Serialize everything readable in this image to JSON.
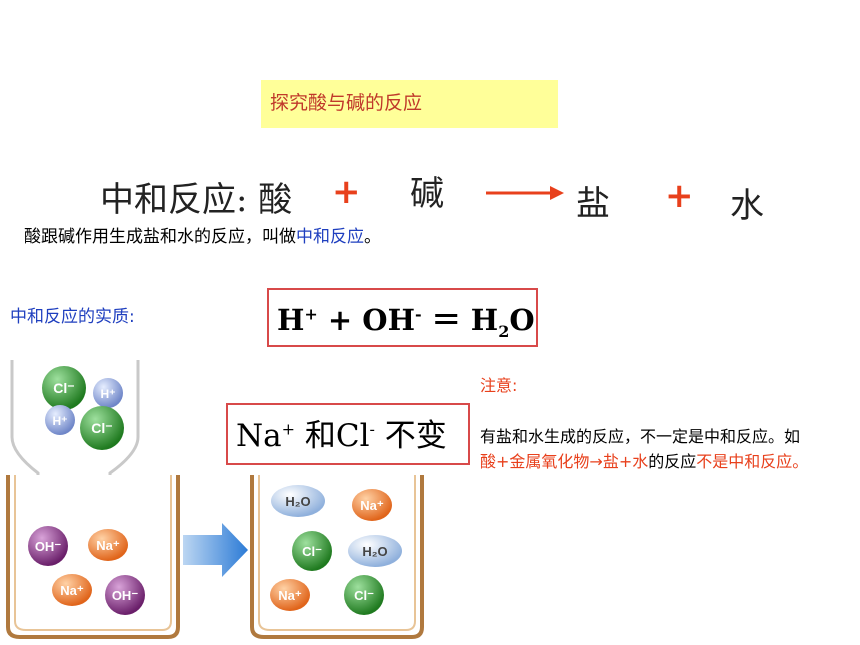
{
  "title": "探究酸与碱的反应",
  "equation": {
    "prefix": "中和反应: 酸",
    "plus1": "+",
    "base": "碱",
    "salt": "盐",
    "plus2": "+",
    "water": "水"
  },
  "definition": {
    "text": "酸跟碱作用生成盐和水的反应，叫做",
    "highlight": "中和反应",
    "end": "。"
  },
  "essence": {
    "label": "中和反应的实质:",
    "formula_main": "H",
    "formula_sup1": "+",
    "formula_mid": " + OH",
    "formula_sup2": "-",
    "formula_eq": " ＝ H",
    "formula_sub": "2",
    "formula_end": "O"
  },
  "unchanged": {
    "na": "Na",
    "na_sup": "+",
    "and": " 和Cl",
    "cl_sup": "-",
    "tail": " 不变"
  },
  "note": {
    "title": "注意:",
    "line1": " 有盐和水生成的反应，不一定是中和反应。如",
    "line2_red1": "酸+金属氧化物→盐+水",
    "line2_black": "的反应",
    "line2_red2": "不是中和反应。"
  },
  "ions": {
    "cl": "Cl⁻",
    "h": "H⁺",
    "oh": "OH⁻",
    "na": "Na⁺",
    "h2o": "H₂O"
  },
  "colors": {
    "accent_red": "#e8401c",
    "blue_text": "#1f3fbf",
    "title_bg": "#ffff99",
    "cl_green": "#2e8b2e",
    "h_blue": "#7f9ad6",
    "oh_purple": "#7a2a7a",
    "na_orange": "#e8782a",
    "h2o_lightblue": "#a9c4e6"
  }
}
